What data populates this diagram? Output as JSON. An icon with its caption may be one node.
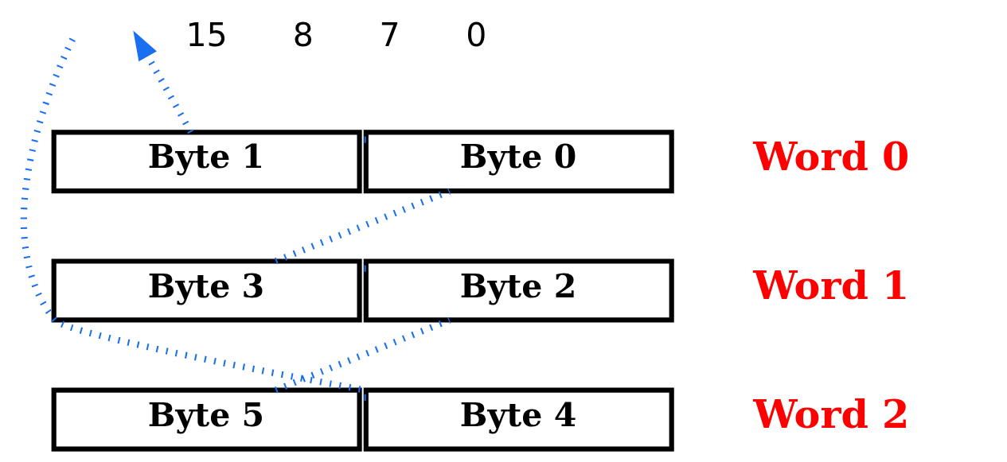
{
  "diagram": {
    "nodes": [
      {
        "text": [
          "Byte 1"
        ]
      },
      {
        "text": [
          "Byte 0"
        ]
      },
      {
        "text": [
          "Byte 3"
        ]
      },
      {
        "text": [
          "Byte 2"
        ]
      },
      {
        "text": [
          "Byte 5"
        ]
      },
      {
        "text": [
          "Byte 4"
        ]
      }
    ],
    "edges": [
      {
        "from": null,
        "to": 5,
        "arrow": "none",
        "style": "dashed",
        "color": "#1a6ff0"
      },
      {
        "from": 5,
        "to": 4,
        "arrow": "none",
        "style": "dashed",
        "color": "#1a6ff0"
      },
      {
        "from": 4,
        "to": 3,
        "arrow": "none",
        "style": "dashed",
        "color": "#1a6ff0"
      },
      {
        "from": 3,
        "to": 2,
        "arrow": "none",
        "style": "dashed",
        "color": "#1a6ff0"
      },
      {
        "from": 2,
        "to": 1,
        "arrow": "none",
        "style": "dashed",
        "color": "#1a6ff0"
      },
      {
        "from": 1,
        "to": 0,
        "arrow": "none",
        "style": "dashed",
        "color": "#1a6ff0"
      },
      {
        "from": 0,
        "to": null,
        "arrow": "to",
        "style": "dashed",
        "color": "#1a6ff0"
      }
    ],
    "labels": [
      "15",
      "8",
      "7",
      "0",
      "Word 0",
      "Word 1",
      "Word 2"
    ]
  }
}
